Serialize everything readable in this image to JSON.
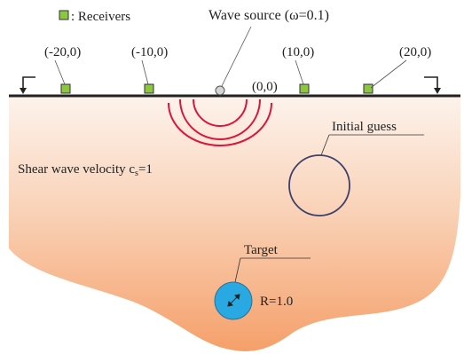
{
  "legend": {
    "receivers_label": ": Receivers",
    "receiver_color": "#8dc63f"
  },
  "source": {
    "label": "Wave source (ω=0.1)",
    "origin_label": "(0,0)"
  },
  "receivers": [
    {
      "label": "(-20,0)"
    },
    {
      "label": "(-10,0)"
    },
    {
      "label": "(10,0)"
    },
    {
      "label": "(20,0)"
    }
  ],
  "medium": {
    "velocity_label_prefix": "Shear wave velocity c",
    "velocity_label_sub": "s",
    "velocity_label_suffix": "=1",
    "gradient_top": "#fdf3ec",
    "gradient_bottom": "#f5a06a"
  },
  "initial_guess": {
    "label": "Initial guess",
    "color": "#3f3f6b"
  },
  "target": {
    "label": "Target",
    "radius_label": "R=1.0",
    "fill": "#29a9e1"
  },
  "waves": {
    "color": "#d9163b"
  }
}
